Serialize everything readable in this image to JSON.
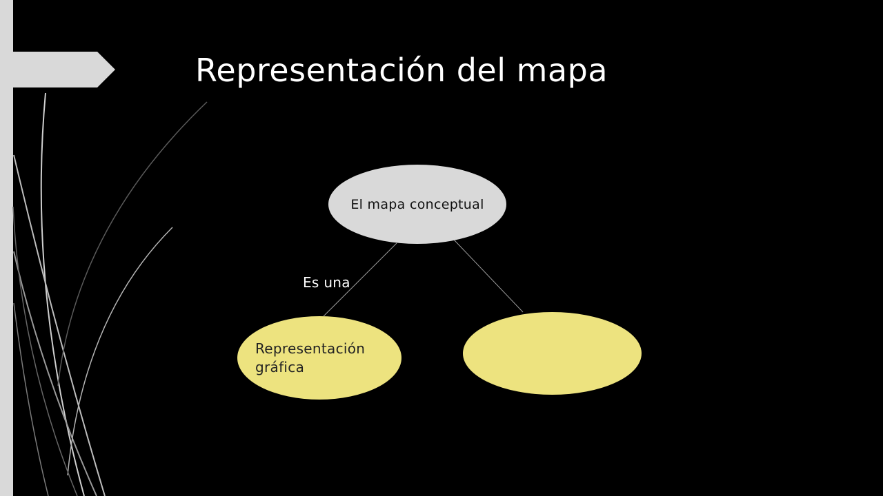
{
  "slide": {
    "title": "Representación del mapa"
  },
  "diagram": {
    "root_node": {
      "label": "El mapa conceptual"
    },
    "link_label": "Es una",
    "child_nodes": [
      {
        "label": "Representación\ngráfica"
      },
      {
        "label": ""
      }
    ]
  },
  "colors": {
    "background": "#000000",
    "root_node_fill": "#d9d9d9",
    "child_node_fill": "#ede37f",
    "accent_bar": "#d9d9d9"
  }
}
